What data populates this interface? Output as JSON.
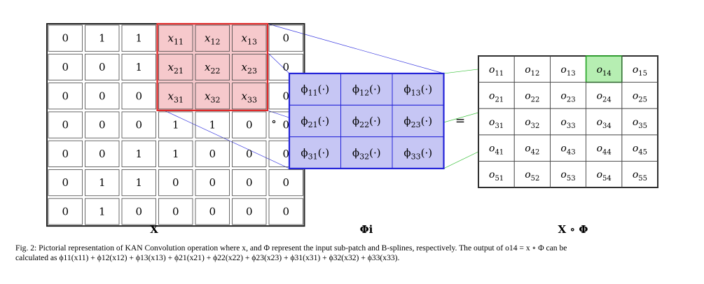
{
  "matrix_x": {
    "label": "X",
    "rows": [
      [
        "0",
        "1",
        "1",
        "x11",
        "x12",
        "x13",
        "0"
      ],
      [
        "0",
        "0",
        "1",
        "x21",
        "x22",
        "x23",
        "0"
      ],
      [
        "0",
        "0",
        "0",
        "x31",
        "x32",
        "x33",
        "0"
      ],
      [
        "0",
        "0",
        "0",
        "1",
        "1",
        "0",
        "0"
      ],
      [
        "0",
        "0",
        "1",
        "1",
        "0",
        "0",
        "0"
      ],
      [
        "0",
        "1",
        "1",
        "0",
        "0",
        "0",
        "0"
      ],
      [
        "0",
        "1",
        "0",
        "0",
        "0",
        "0",
        "0"
      ]
    ]
  },
  "matrix_phi": {
    "label": "Φi",
    "rows": [
      [
        "ϕ11(·)",
        "ϕ12(·)",
        "ϕ13(·)"
      ],
      [
        "ϕ21(·)",
        "ϕ22(·)",
        "ϕ23(·)"
      ],
      [
        "ϕ31(·)",
        "ϕ32(·)",
        "ϕ33(·)"
      ]
    ]
  },
  "matrix_out": {
    "label": "X ∘ Φ",
    "rows": [
      [
        "o11",
        "o12",
        "o13",
        "o14",
        "o15"
      ],
      [
        "o21",
        "o22",
        "o23",
        "o24",
        "o25"
      ],
      [
        "o31",
        "o32",
        "o33",
        "o34",
        "o35"
      ],
      [
        "o41",
        "o42",
        "o43",
        "o44",
        "o45"
      ],
      [
        "o51",
        "o52",
        "o53",
        "o54",
        "o55"
      ]
    ]
  },
  "operators": {
    "compose": "∘",
    "equals": "="
  },
  "caption": {
    "line1": "Fig. 2: Pictorial representation of KAN Convolution operation where x, and Φ represent the input sub-patch and B-splines, respectively. The output of o14 = x ∘ Φ can be",
    "line2": "calculated as ϕ11(x11) + ϕ12(x12) + ϕ13(x13) + ϕ21(x21) + ϕ22(x22) + ϕ23(x23) + ϕ31(x31) + ϕ32(x32) + ϕ33(x33)."
  },
  "colors": {
    "patch_fill": "#f6c9cc",
    "patch_border": "#e02a2a",
    "phi_fill": "#c6c6f4",
    "phi_border": "#2424d8",
    "out_highlight_fill": "#b6eeb2",
    "out_highlight_border": "#1ea01e",
    "connector_blue": "#3a3ae0",
    "connector_green": "#36c036"
  }
}
